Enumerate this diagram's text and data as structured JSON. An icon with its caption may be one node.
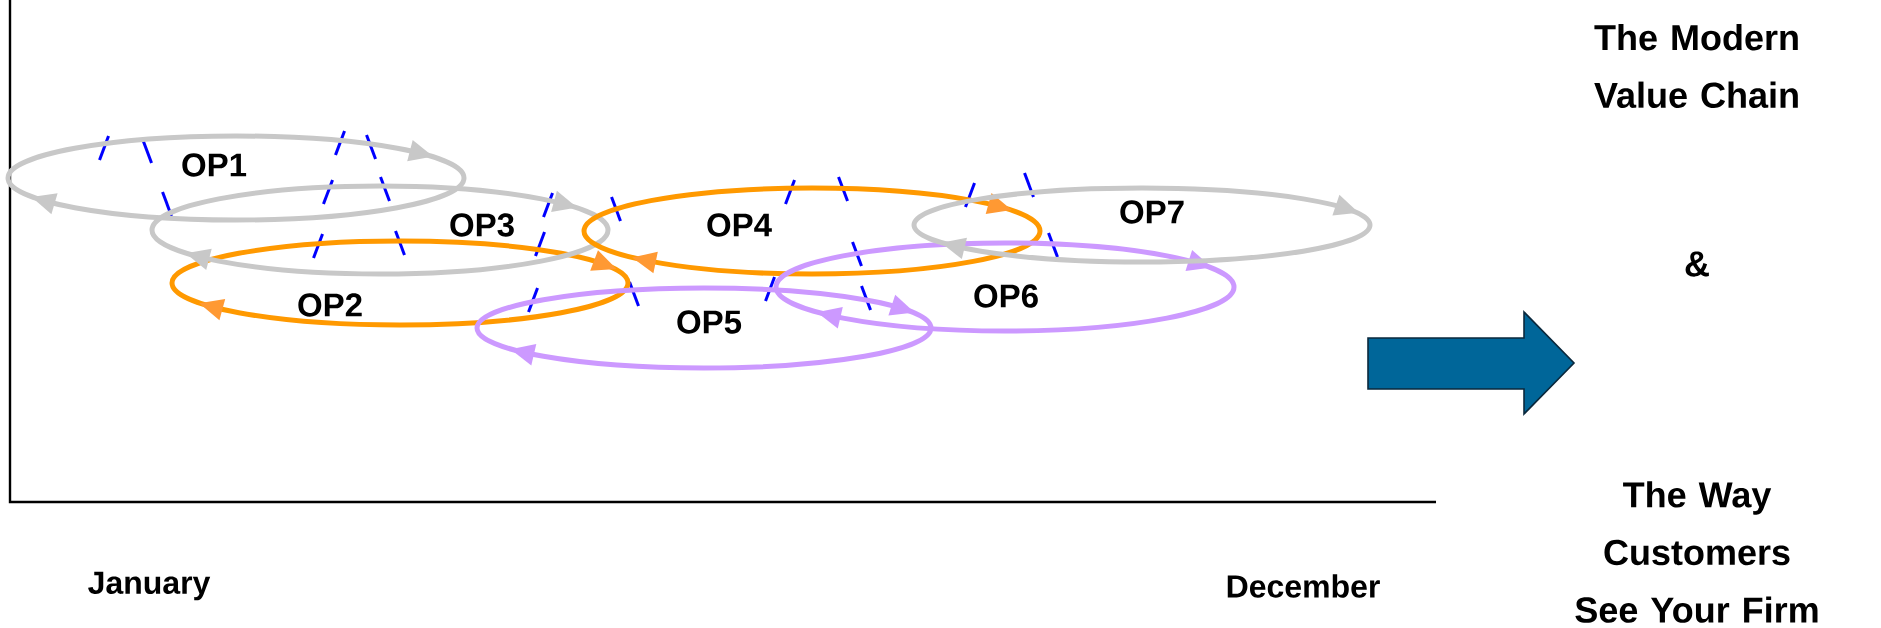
{
  "diagram": {
    "nodes": [
      {
        "text": [
          "OP1"
        ]
      },
      {
        "text": [
          "OP2"
        ]
      },
      {
        "text": [
          "OP3"
        ]
      },
      {
        "text": [
          "OP4"
        ]
      },
      {
        "text": [
          "OP5"
        ]
      },
      {
        "text": [
          "OP6"
        ]
      },
      {
        "text": [
          "OP7"
        ]
      }
    ],
    "labels": [
      "The Modern Value Chain",
      "&",
      "January",
      "December",
      "The Way Customers See Your Firm"
    ]
  }
}
